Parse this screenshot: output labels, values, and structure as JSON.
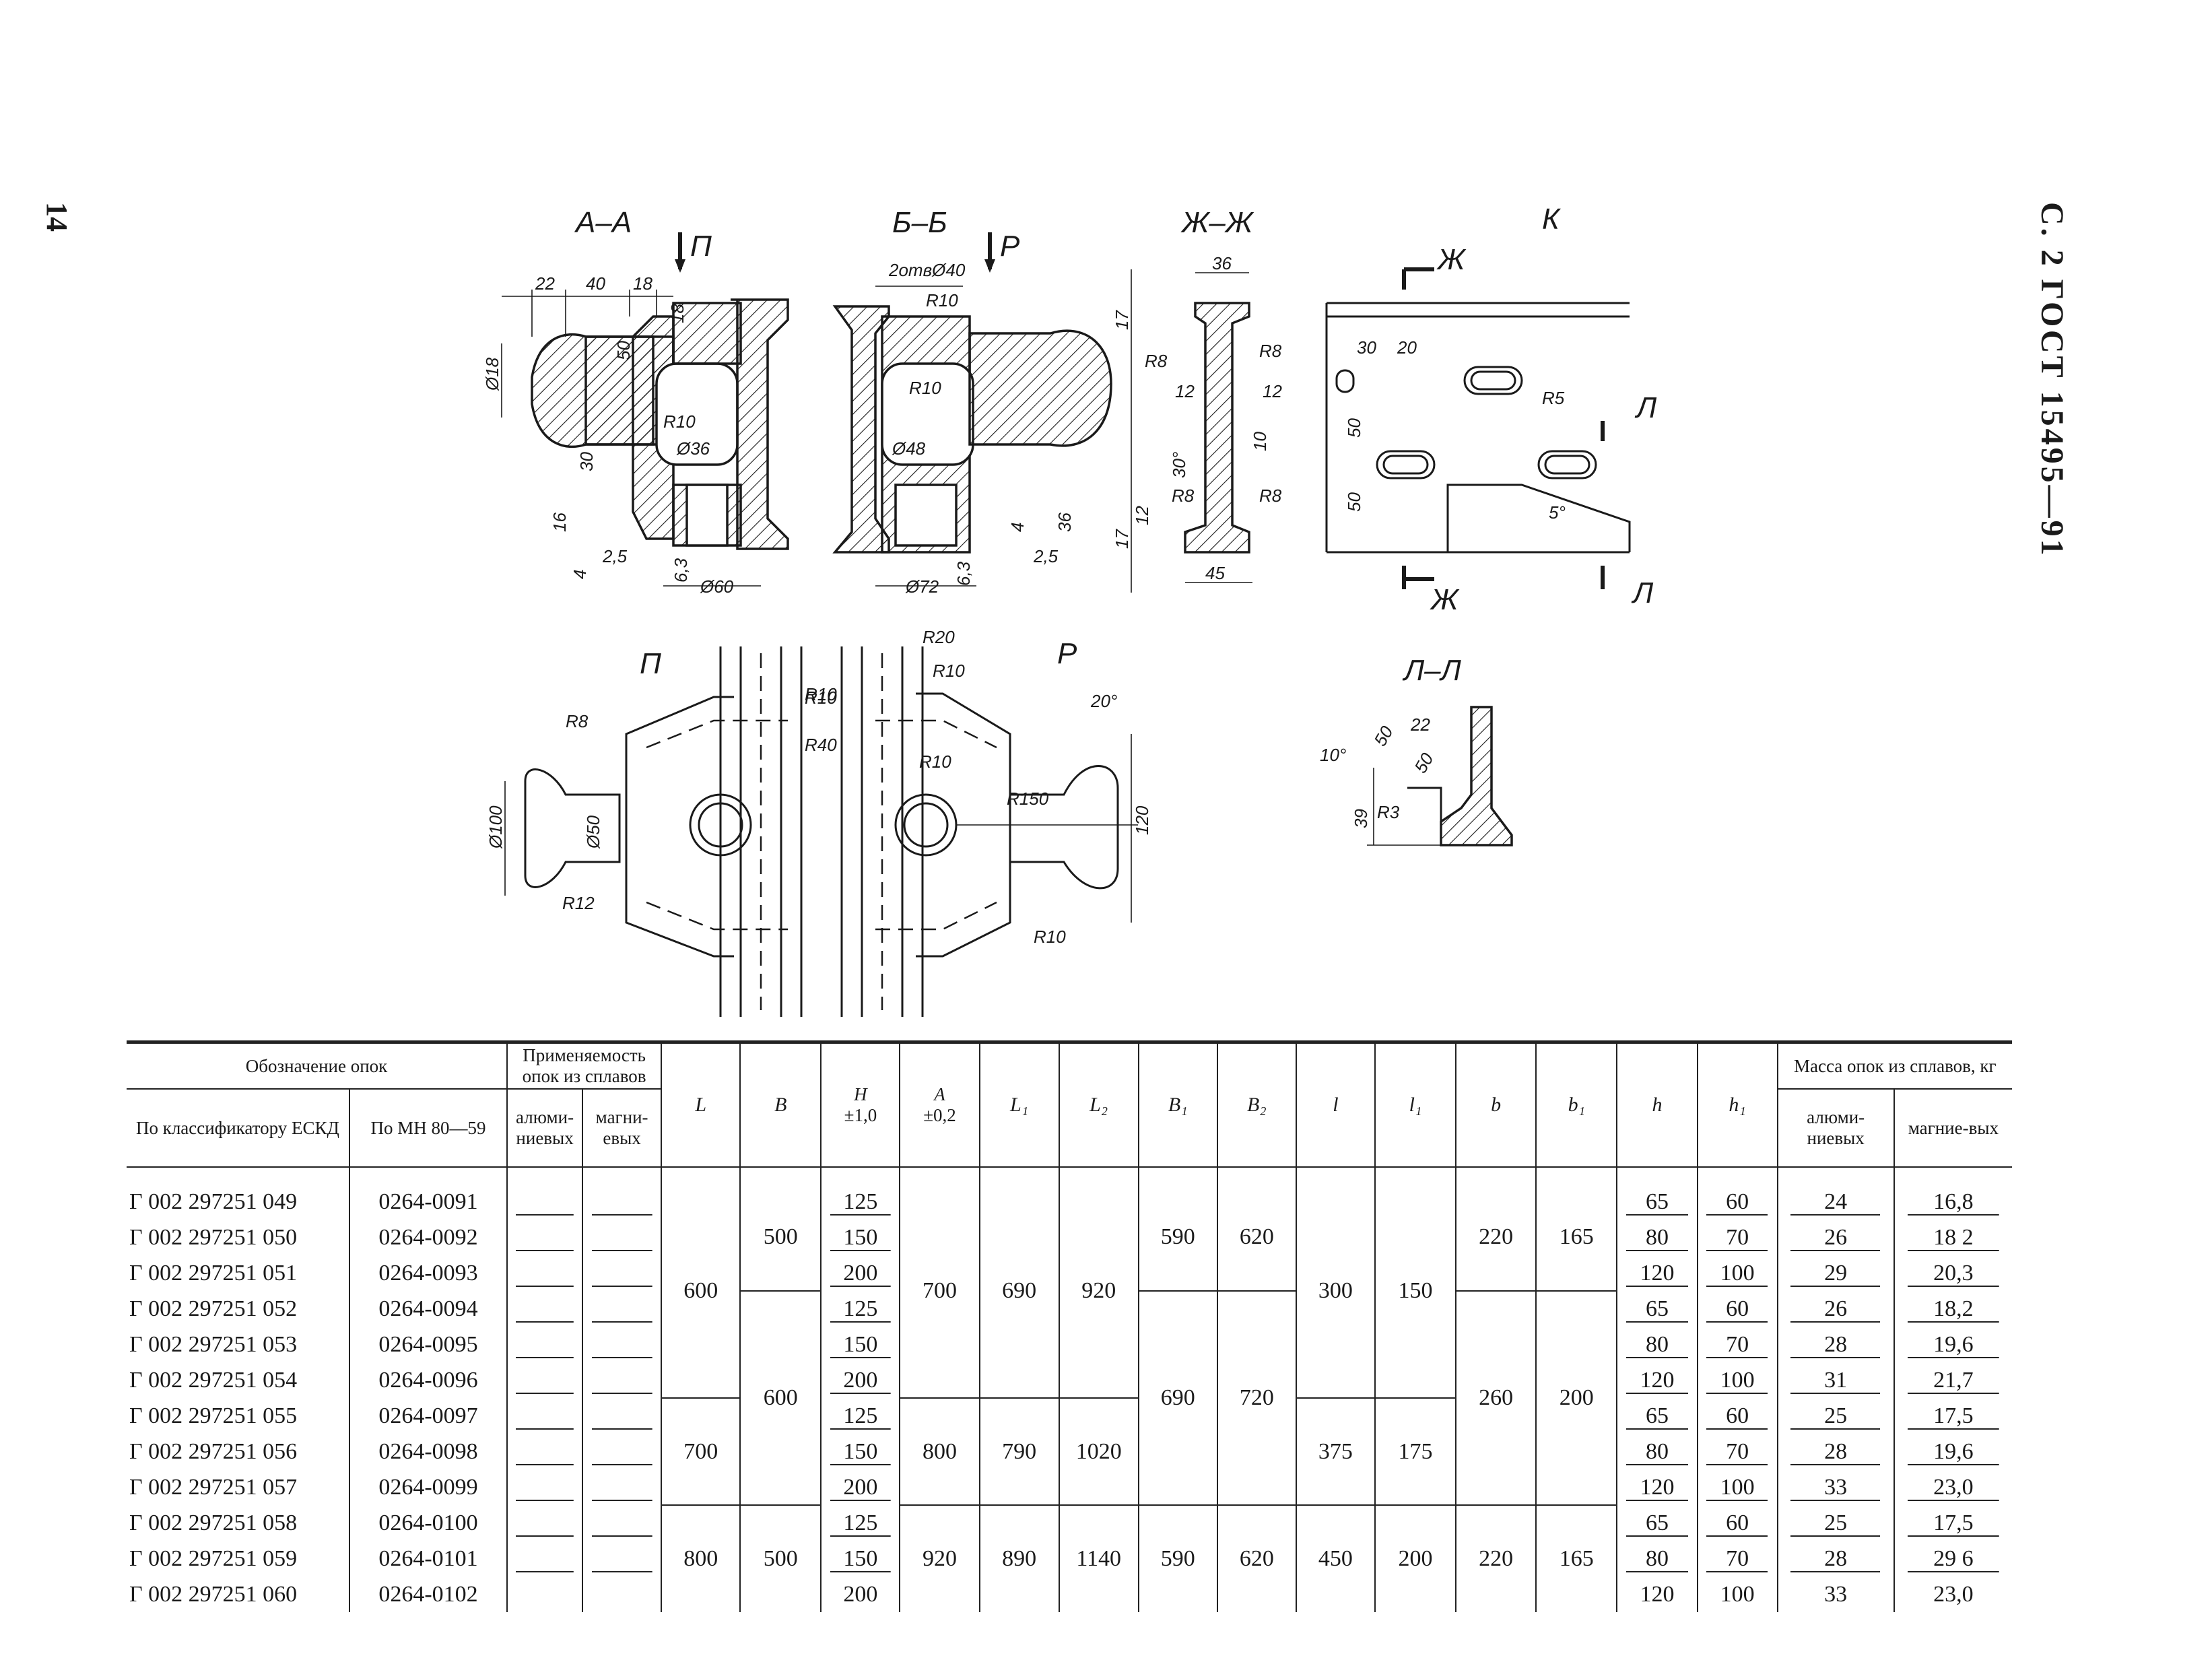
{
  "page": {
    "number": "14",
    "doc_code": "С. 2 ГОСТ 15495—91"
  },
  "views": {
    "AA": "А–А",
    "BB": "Б–Б",
    "ZhZh": "Ж–Ж",
    "K": "К",
    "P": "П",
    "R": "Р",
    "LL": "Л–Л",
    "arrow_P": "П",
    "arrow_R": "Р",
    "arrow_Zh": "Ж",
    "arrow_L": "Л"
  },
  "dims": {
    "aa": [
      "22",
      "40",
      "18",
      "18",
      "50",
      "Ø18",
      "R10",
      "Ø36",
      "30",
      "16",
      "4",
      "2,5",
      "6,3",
      "Ø60"
    ],
    "bb": [
      "2отвØ40",
      "R10",
      "R10",
      "Ø48",
      "36",
      "4",
      "2,5",
      "Ø72",
      "6,3"
    ],
    "zz": [
      "36",
      "17",
      "R8",
      "R8",
      "12",
      "12",
      "30°",
      "10",
      "R8",
      "R8",
      "12",
      "17",
      "45"
    ],
    "k": [
      "30",
      "20",
      "R5",
      "50",
      "50",
      "5°"
    ],
    "p": [
      "R8",
      "Ø100",
      "Ø50",
      "R12",
      "R10",
      "R40"
    ],
    "r": [
      "R20",
      "R10",
      "R10",
      "R10",
      "20°",
      "R150",
      "120",
      "R10"
    ],
    "ll": [
      "10°",
      "50",
      "22",
      "50",
      "39",
      "R3"
    ]
  },
  "table": {
    "header": {
      "designation": "Обозначение опок",
      "eskd": "По классификатору ЕСКД",
      "mn": "По МН 80—59",
      "applicability": "Применяемость опок из сплавов",
      "aluminum": "алюми-ниевых",
      "magnesium": "магни-евых",
      "L": "L",
      "B": "B",
      "H": "H",
      "H_tol": "±1,0",
      "A": "A",
      "A_tol": "±0,2",
      "L1": "L₁",
      "L2": "L₂",
      "B1": "B₁",
      "B2": "B₂",
      "l": "l",
      "l1": "l₁",
      "b": "b",
      "b1": "b₁",
      "h": "h",
      "h1": "h₁",
      "mass": "Масса опок из сплавов, кг",
      "mass_al": "алюми-ниевых",
      "mass_mg": "магние-вых"
    },
    "rows": [
      {
        "eskd": "Г 002 297251 049",
        "mn": "0264-0091",
        "H": "125",
        "h": "65",
        "h1": "60",
        "m_al": "24",
        "m_mg": "16,8"
      },
      {
        "eskd": "Г 002 297251 050",
        "mn": "0264-0092",
        "H": "150",
        "h": "80",
        "h1": "70",
        "m_al": "26",
        "m_mg": "18 2"
      },
      {
        "eskd": "Г 002 297251 051",
        "mn": "0264-0093",
        "H": "200",
        "h": "120",
        "h1": "100",
        "m_al": "29",
        "m_mg": "20,3"
      },
      {
        "eskd": "Г 002 297251 052",
        "mn": "0264-0094",
        "H": "125",
        "h": "65",
        "h1": "60",
        "m_al": "26",
        "m_mg": "18,2"
      },
      {
        "eskd": "Г 002 297251 053",
        "mn": "0264-0095",
        "H": "150",
        "h": "80",
        "h1": "70",
        "m_al": "28",
        "m_mg": "19,6"
      },
      {
        "eskd": "Г 002 297251 054",
        "mn": "0264-0096",
        "H": "200",
        "h": "120",
        "h1": "100",
        "m_al": "31",
        "m_mg": "21,7"
      },
      {
        "eskd": "Г 002 297251 055",
        "mn": "0264-0097",
        "H": "125",
        "h": "65",
        "h1": "60",
        "m_al": "25",
        "m_mg": "17,5"
      },
      {
        "eskd": "Г 002 297251 056",
        "mn": "0264-0098",
        "H": "150",
        "h": "80",
        "h1": "70",
        "m_al": "28",
        "m_mg": "19,6"
      },
      {
        "eskd": "Г 002 297251 057",
        "mn": "0264-0099",
        "H": "200",
        "h": "120",
        "h1": "100",
        "m_al": "33",
        "m_mg": "23,0"
      },
      {
        "eskd": "Г 002 297251 058",
        "mn": "0264-0100",
        "H": "125",
        "h": "65",
        "h1": "60",
        "m_al": "25",
        "m_mg": "17,5"
      },
      {
        "eskd": "Г 002 297251 059",
        "mn": "0264-0101",
        "H": "150",
        "h": "80",
        "h1": "70",
        "m_al": "28",
        "m_mg": "29 6"
      },
      {
        "eskd": "Г 002 297251 060",
        "mn": "0264-0102",
        "H": "200",
        "h": "120",
        "h1": "100",
        "m_al": "33",
        "m_mg": "23,0"
      }
    ],
    "groups": {
      "L": [
        "600",
        "700",
        "800"
      ],
      "B": [
        "500",
        "600",
        "500"
      ],
      "A": [
        "700",
        "800",
        "920"
      ],
      "L1": [
        "690",
        "790",
        "890"
      ],
      "L2": [
        "920",
        "1020",
        "1140"
      ],
      "B1": [
        "590",
        "690",
        "590"
      ],
      "B2": [
        "620",
        "720",
        "620"
      ],
      "l": [
        "300",
        "375",
        "450"
      ],
      "l1": [
        "150",
        "175",
        "200"
      ],
      "b": [
        "220",
        "260",
        "220"
      ],
      "b1": [
        "165",
        "200",
        "165"
      ]
    }
  }
}
